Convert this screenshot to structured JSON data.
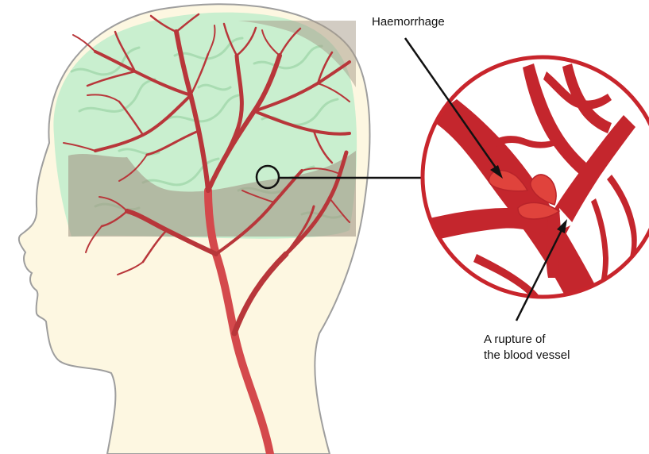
{
  "labels": {
    "haemorrhage": "Haemorrhage",
    "rupture_line1": "A rupture of",
    "rupture_line2": "the blood vessel"
  },
  "colors": {
    "skin": "#fdf7e1",
    "skin_outline": "#9e9e9e",
    "brain": "#c9efcf",
    "brain_fold": "#a9dcb2",
    "shadow_band": "#a59a87",
    "vessel": "#b8363a",
    "vessel_light": "#d4494c",
    "zoom_vessel": "#c4262d",
    "zoom_border": "#c8252c",
    "blood_drop": "#e0433c",
    "callout_line": "#111111"
  },
  "icons": {
    "head": "head-silhouette",
    "zoom": "magnifier-circle",
    "drops": "blood-drop"
  }
}
